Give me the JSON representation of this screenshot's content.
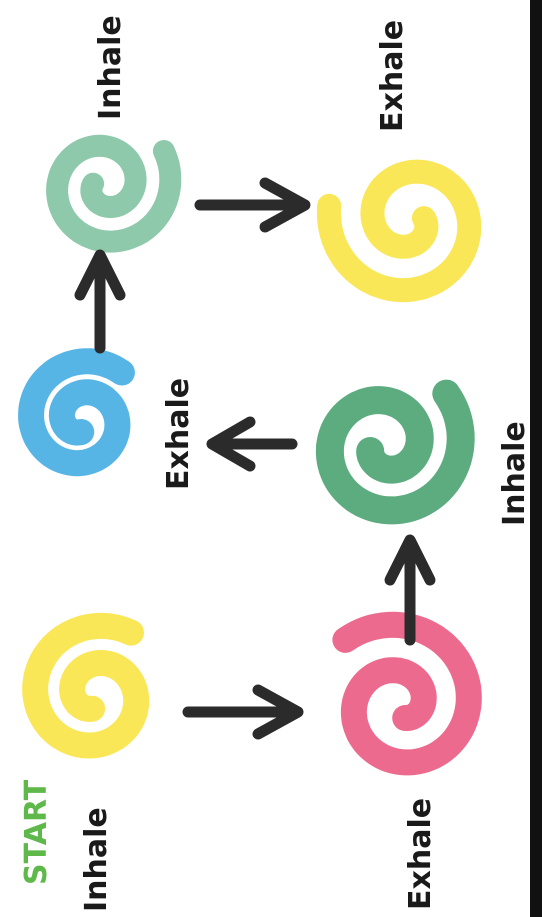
{
  "start_label": "START",
  "colors": {
    "yellow": "#f9e33a",
    "blue": "#3aa8e0",
    "teal_green": "#7bbf9e",
    "deep_green": "#3f9e6a",
    "pink": "#e9507a",
    "start_text": "#5fb84a",
    "arrow": "#2b2b2b"
  },
  "steps": [
    {
      "id": "s1",
      "label": "Inhale",
      "color": "yellow"
    },
    {
      "id": "s2",
      "label": "Exhale",
      "color": "blue"
    },
    {
      "id": "s3",
      "label": "Inhale",
      "color": "teal_green"
    },
    {
      "id": "s4",
      "label": "Exhale",
      "color": "yellow"
    },
    {
      "id": "s5",
      "label": "Exhale",
      "color": "pink"
    },
    {
      "id": "s6",
      "label": "Inhale",
      "color": "deep_green"
    }
  ],
  "flow": [
    "s1",
    "s5",
    "s6",
    "s2",
    "s3",
    "s4"
  ]
}
